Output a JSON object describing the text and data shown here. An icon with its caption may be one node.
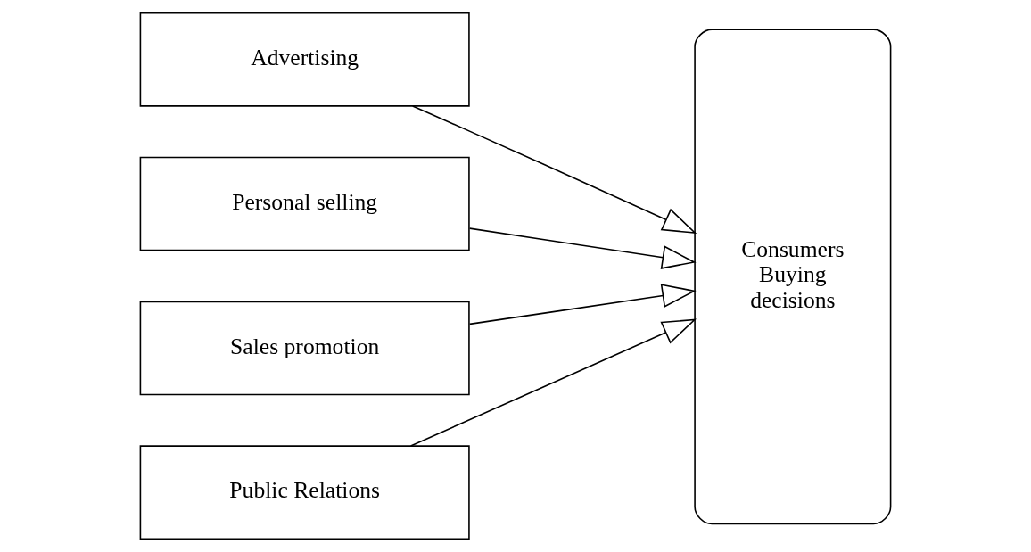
{
  "diagram": {
    "nodes": [
      {
        "text": [
          "Advertising"
        ]
      },
      {
        "text": [
          "Personal selling"
        ]
      },
      {
        "text": [
          "Sales promotion"
        ]
      },
      {
        "text": [
          "Public Relations"
        ]
      },
      {
        "text": [
          "Consumers Buying decisions"
        ]
      }
    ],
    "edges": [
      {
        "from": 0,
        "to": 4,
        "arrow": "to"
      },
      {
        "from": 1,
        "to": 4,
        "arrow": "to"
      },
      {
        "from": 2,
        "to": 4,
        "arrow": "to"
      },
      {
        "from": 3,
        "to": 4,
        "arrow": "to"
      }
    ]
  }
}
